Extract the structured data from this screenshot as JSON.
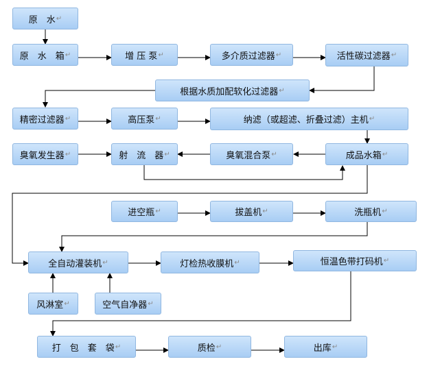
{
  "nodes": {
    "raw_water": "原　水",
    "raw_water_tank": "原　水　箱",
    "booster_pump": "增 压 泵",
    "multimedia_filter": "多介质过滤器",
    "activated_carbon_filter": "活性碳过滤器",
    "softening_filter": "根据水质加配软化过滤器",
    "precision_filter": "精密过滤器",
    "high_pressure_pump": "高压泵",
    "nanofiltration_host": "纳滤（或超滤、折叠过滤）主机",
    "ozone_generator": "臭氧发生器",
    "ejector": "射　流　器",
    "ozone_mixing_pump": "臭氧混合泵",
    "product_water_tank": "成品水箱",
    "empty_bottle_in": "进空瓶",
    "cap_remover": "拔盖机",
    "bottle_washer": "洗瓶机",
    "auto_filling_machine": "全自动灌装机",
    "light_check_shrink_wrapper": "灯检热收膜机",
    "ribbon_coder": "恒温色带打码机",
    "air_shower": "风淋室",
    "air_purifier": "空气自净器",
    "bagging": "打　包　套　袋",
    "quality_check": "质检",
    "warehouse_out": "出库"
  },
  "paragraph_mark": "↵"
}
